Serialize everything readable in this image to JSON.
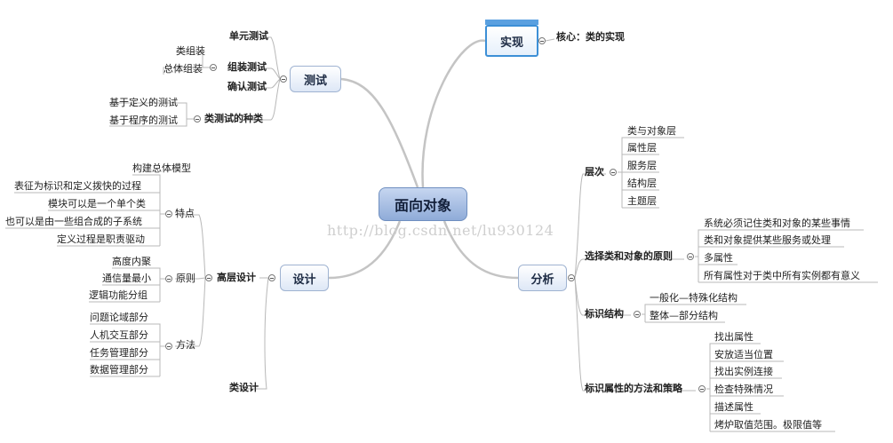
{
  "root": {
    "label": "面向对象"
  },
  "watermark": "http://blog.csdn.net/lu930124",
  "branches": {
    "impl": {
      "label": "实现",
      "core": "核心：类的实现"
    },
    "test": {
      "label": "测试",
      "unit": "单元测试",
      "integration": "组装测试",
      "integration_items": [
        "类组装",
        "总体组装"
      ],
      "acceptance": "确认测试",
      "kinds": "类测试的种类",
      "kinds_items": [
        "基于定义的测试",
        "基于程序的测试"
      ]
    },
    "design": {
      "label": "设计",
      "high": "高层设计",
      "features": "特点",
      "features_items": [
        "构建总体模型",
        "表征为标识和定义拨快的过程",
        "模块可以是一个单个类",
        "也可以是由一些组合成的子系统",
        "定义过程是职责驱动"
      ],
      "principles": "原则",
      "principles_items": [
        "高度内聚",
        "通信量最小",
        "逻辑功能分组"
      ],
      "methods": "方法",
      "methods_items": [
        "问题论域部分",
        "人机交互部分",
        "任务管理部分",
        "数据管理部分"
      ],
      "class_design": "类设计"
    },
    "analysis": {
      "label": "分析",
      "levels": "层次",
      "levels_items": [
        "类与对象层",
        "属性层",
        "服务层",
        "结构层",
        "主题层"
      ],
      "select": "选择类和对象的原则",
      "select_items": [
        "系统必须记住类和对象的某些事情",
        "类和对象提供某些服务或处理",
        "多属性",
        "所有属性对于类中所有实例都有意义"
      ],
      "structure": "标识结构",
      "structure_items": [
        "一般化—特殊化结构",
        "整体—部分结构"
      ],
      "attrs": "标识属性的方法和策略",
      "attrs_items": [
        "找出属性",
        "安放适当位置",
        "找出实例连接",
        "检查特殊情况",
        "描述属性",
        "烤炉取值范围。极限值等"
      ]
    }
  }
}
